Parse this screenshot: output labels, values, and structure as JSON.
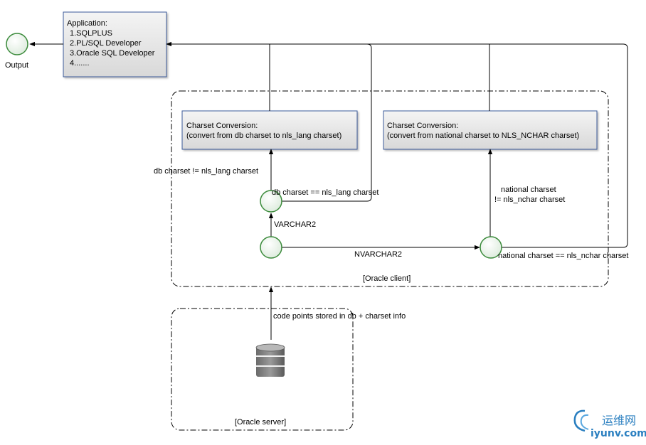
{
  "output_label": "Output",
  "application": {
    "title": "Application:",
    "items": [
      "1.SQLPLUS",
      "2.PL/SQL Developer",
      "3.Oracle SQL Developer",
      "4......."
    ]
  },
  "conversion_db": {
    "line1": "Charset Conversion:",
    "line2": "(convert from db charset to nls_lang charset)"
  },
  "conversion_national": {
    "line1": "Charset Conversion:",
    "line2": "(convert from national charset to NLS_NCHAR charset)"
  },
  "labels": {
    "db_not_equal": "db charset != nls_lang charset",
    "db_equal": "db charset == nls_lang charset",
    "varchar2": "VARCHAR2",
    "nvarchar2": "NVARCHAR2",
    "national_not_equal_1": "national charset",
    "national_not_equal_2": "!= nls_nchar charset",
    "national_equal": "national charset == nls_nchar charset",
    "code_points": "code points stored in db + charset info"
  },
  "client_group_label": "[Oracle client]",
  "server_group_label": "[Oracle server]",
  "watermark": {
    "cn": "运维网",
    "domain": "iyunv.com"
  },
  "colors": {
    "box_border": "#3a5a9a",
    "node_stroke": "#3a8a3a",
    "node_fill": "#e8f2e8",
    "line": "#000000",
    "watermark": "#2a7fc0"
  }
}
